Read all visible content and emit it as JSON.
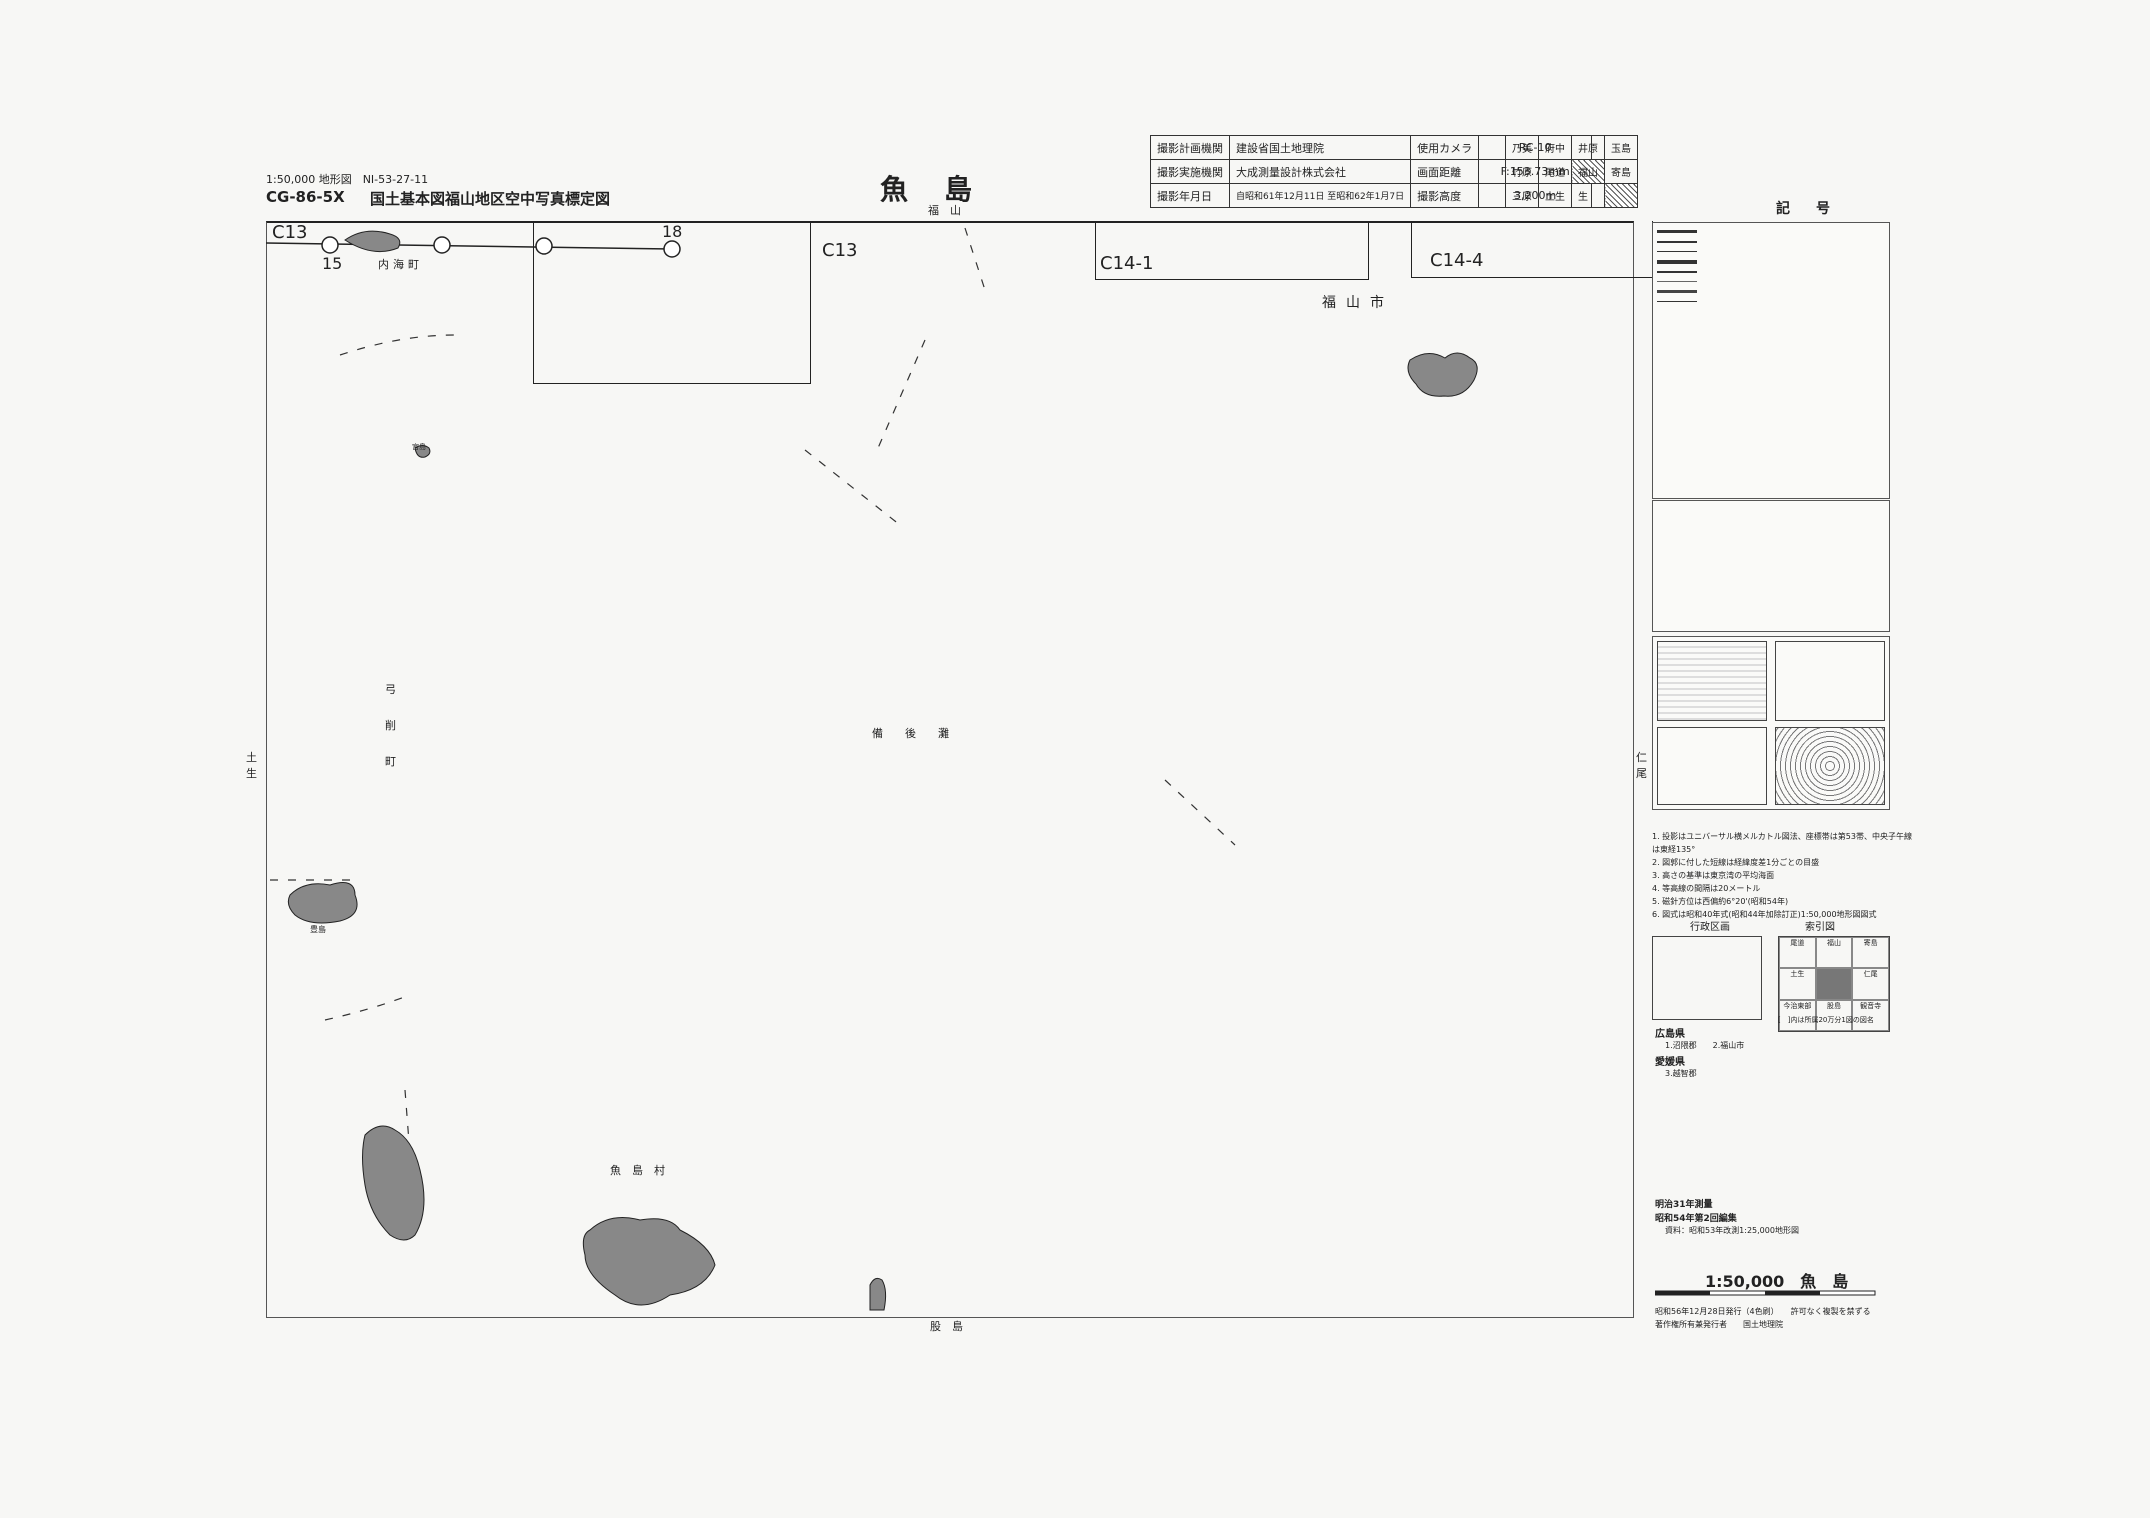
{
  "header": {
    "scale_code": "1:50,000 地形図　NI-53-27-11",
    "code": "CG-86-5X",
    "subtitle": "国土基本図福山地区空中写真標定図",
    "title": "魚　島",
    "north_label": "福　山"
  },
  "info_table": {
    "rows": [
      {
        "k1": "撮影計画機関",
        "v1": "建設省国土地理院",
        "k2": "使用カメラ",
        "v2": "RC-10"
      },
      {
        "k1": "撮影実施機関",
        "v1": "大成測量設計株式会社",
        "k2": "画面距離",
        "v2": "F:153.73mm"
      },
      {
        "k1": "撮影年月日",
        "v1": "自昭和61年12月11日 至昭和62年1月7日",
        "k2": "撮影高度",
        "v2": "3,200m"
      }
    ]
  },
  "adjacent": {
    "r1": [
      "乃美",
      "府中",
      "井原",
      "玉島"
    ],
    "r2": [
      "竹原",
      "尾道",
      "福山",
      "寄島"
    ],
    "r3": [
      "三原",
      "土生",
      "生",
      ""
    ]
  },
  "flight": {
    "c13_left": "C13",
    "c13_mid": "C13",
    "c14_1": "C14-1",
    "c14_4": "C14-4",
    "num15": "15",
    "num18": "18"
  },
  "places": {
    "uchiumi": "内海町",
    "fukuyama_city": "福山市",
    "yuge": "弓\n削\n町",
    "bingo_nada": "備　　後　　灘",
    "uoshima_village": "魚　島　村",
    "south_label": "股　島",
    "west_label": "土\n生",
    "east_label": "仁\n尾",
    "sm_island1": "宮島",
    "sm_island2": "豊島"
  },
  "legend": {
    "title": "記　号",
    "notes": [
      "1. 投影はユニバーサル横メルカトル図法、座標帯は第53帯、中央子午線は東経135°",
      "2. 図郭に付した短線は経緯度差1分ごとの目盛",
      "3. 高さの基準は東京湾の平均海面",
      "4. 等高線の間隔は20メートル",
      "5. 磁針方位は西偏約6°20'(昭和54年)",
      "6. 図式は昭和40年式(昭和44年加除訂正)1:50,000地形図図式"
    ],
    "admin_title": "行政区画",
    "index_title": "索引図",
    "index_grid": [
      "尾道",
      "福山",
      "寄島",
      "土生",
      "",
      "仁尾",
      "今治東部",
      "股島",
      "観音寺"
    ],
    "index_note": "[　]内は所属20万分1図の図名",
    "pref1": "広島県",
    "pref1_items": "1.沼隈郡　　2.福山市",
    "pref2": "愛媛県",
    "pref2_items": "3.越智郡",
    "survey1": "明治31年測量",
    "survey2": "昭和54年第2回編集",
    "survey3": "資料：昭和53年改測1:25,000地形図",
    "scale_title": "1:50,000　魚　島",
    "issue": "昭和56年12月28日発行（4色刷）　　許可なく複製を禁ずる",
    "publisher": "著作権所有兼発行者　　国土地理院"
  },
  "colors": {
    "ink": "#222222",
    "paper": "#f7f7f5",
    "hatch": "#555555"
  }
}
